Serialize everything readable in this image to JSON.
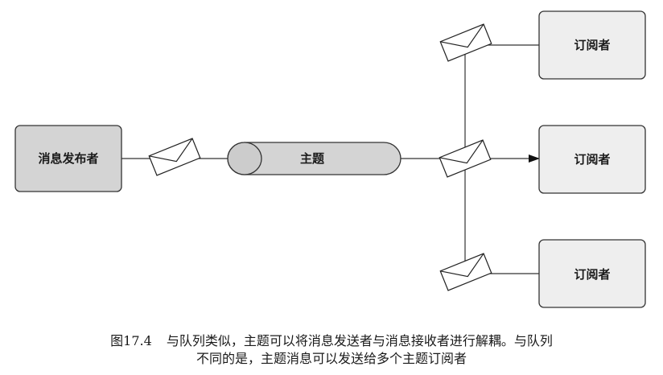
{
  "nodes": {
    "publisher": "消息发布者",
    "topic": "主题",
    "subscribers": [
      "订阅者",
      "订阅者",
      "订阅者"
    ]
  },
  "colors": {
    "publisher_fill": "#d4d4d4",
    "topic_fill": "#d4d4d4",
    "subscriber_fill": "#eeeeee",
    "stroke": "#333333"
  },
  "icons": {
    "message": "envelope-icon",
    "arrowhead": "arrowhead-icon"
  },
  "caption": {
    "figure_number": "图17.4",
    "line1": "与队列类似，主题可以将消息发送者与消息接收者进行解耦。与队列",
    "line2": "不同的是，主题消息可以发送给多个主题订阅者"
  }
}
